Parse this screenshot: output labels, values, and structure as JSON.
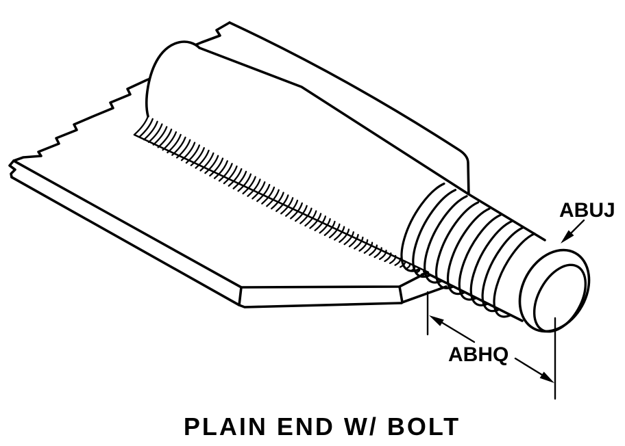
{
  "figure": {
    "title": "PLAIN END W/ BOLT",
    "callouts": {
      "thread_label": "ABUJ",
      "length_label": "ABHQ"
    },
    "colors": {
      "line": "#000000",
      "background": "#ffffff"
    }
  }
}
